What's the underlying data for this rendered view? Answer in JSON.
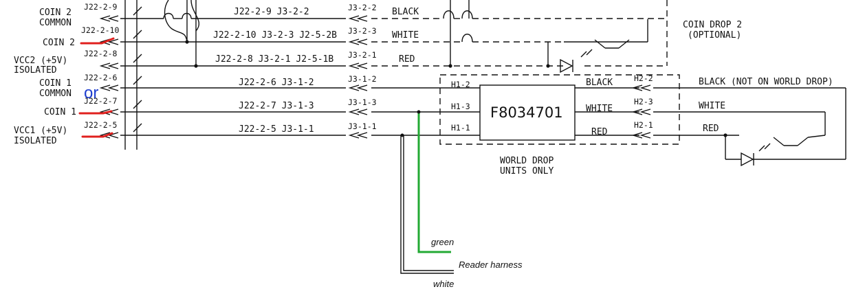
{
  "colors": {
    "ink": "#111111",
    "red_mark": "#e0201e",
    "green_wire": "#22aa33",
    "blue_note": "#1f3fd0"
  },
  "left": {
    "coin2_common": [
      "COIN 2",
      "COMMON"
    ],
    "coin2": "COIN 2",
    "vcc2": [
      "VCC2 (+5V)",
      "ISOLATED"
    ],
    "coin1_common": [
      "COIN 1",
      "COMMON"
    ],
    "coin1": "COIN 1",
    "vcc1": [
      "VCC1 (+5V)",
      "ISOLATED"
    ],
    "handwritten_note": "or"
  },
  "pins": [
    "J22-2-9",
    "J22-2-10",
    "J22-2-8",
    "J22-2-6",
    "J22-2-7",
    "J22-2-5"
  ],
  "wires": [
    "J22-2-9  J3-2-2",
    "J22-2-10  J3-2-3  J2-5-2B",
    "J22-2-8  J3-2-1  J2-5-1B",
    "J22-2-6  J3-1-2",
    "J22-2-7  J3-1-3",
    "J22-2-5  J3-1-1"
  ],
  "j3": [
    "J3-2-2",
    "J3-2-3",
    "J3-2-1",
    "J3-1-2",
    "J3-1-3",
    "J3-1-1"
  ],
  "drop2_colors": [
    "BLACK",
    "WHITE",
    "RED"
  ],
  "drop2_title": [
    "COIN DROP 2",
    "(OPTIONAL)"
  ],
  "h1": [
    "H1-2",
    "H1-3",
    "H1-1"
  ],
  "module": "F8034701",
  "module_colors": [
    "BLACK",
    "WHITE",
    "RED"
  ],
  "h2": [
    "H2-2",
    "H2-3",
    "H2-1"
  ],
  "drop1_colors": [
    "BLACK (NOT ON WORLD DROP)",
    "WHITE",
    "RED"
  ],
  "world_drop": [
    "WORLD DROP",
    "UNITS ONLY"
  ],
  "annotations": {
    "green": "green",
    "harness": "Reader harness",
    "white": "white"
  }
}
